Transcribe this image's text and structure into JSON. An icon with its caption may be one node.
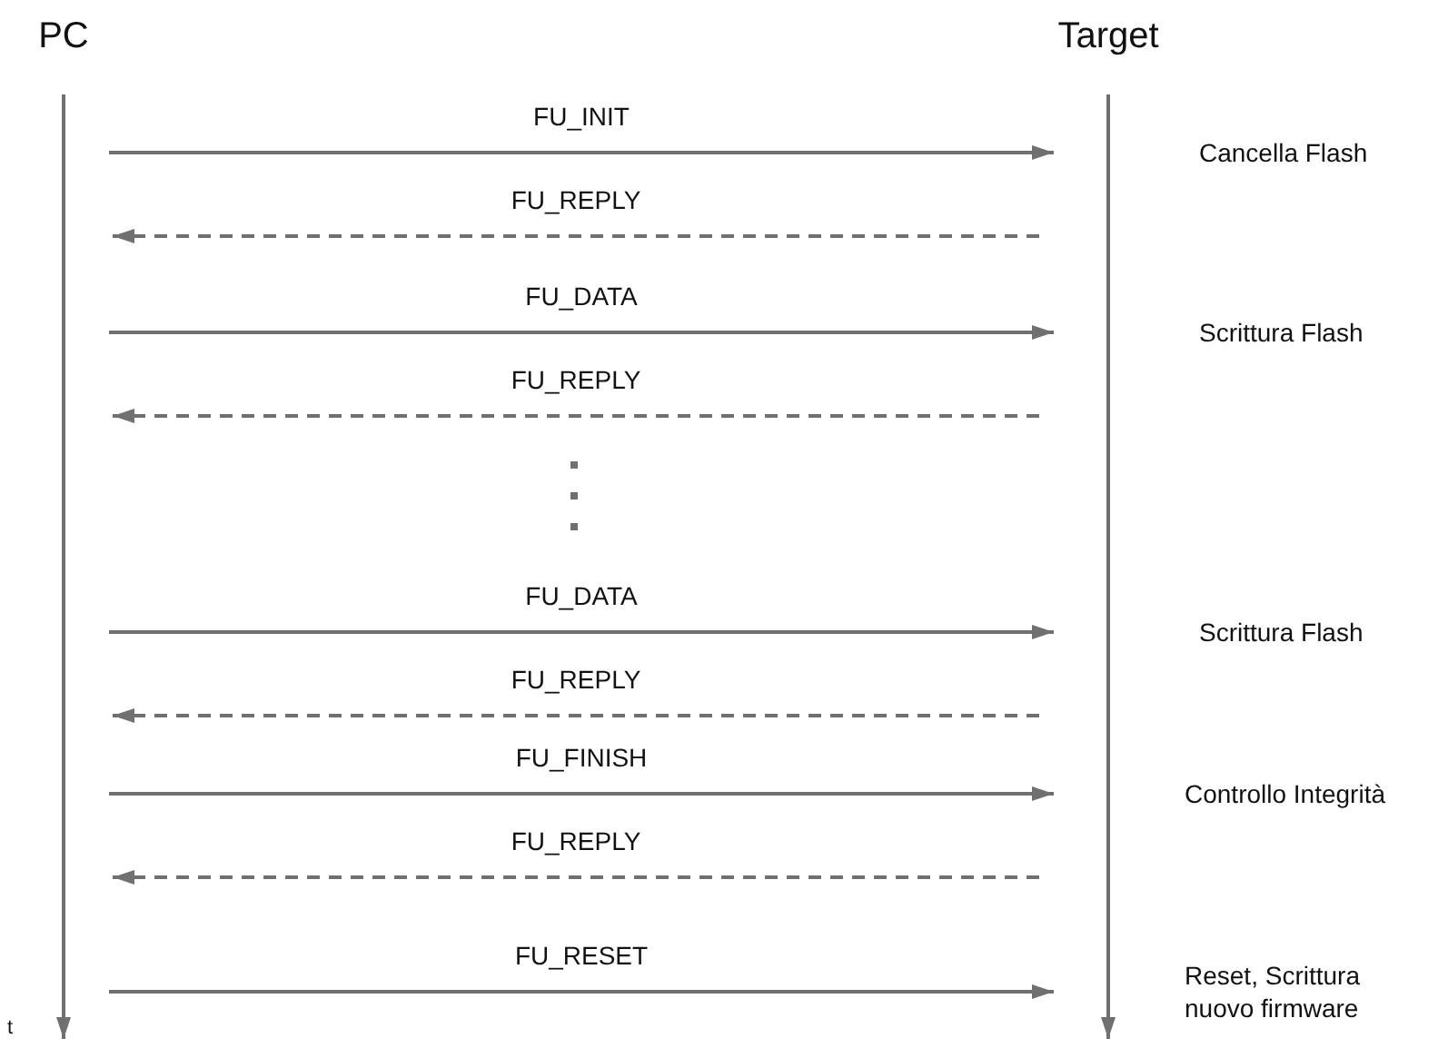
{
  "diagram": {
    "nodes": [
      {
        "text": [
          "PC"
        ]
      },
      {
        "text": [
          "Target"
        ]
      }
    ],
    "edges": [
      {
        "from": 0,
        "to": 1,
        "arrow": "to",
        "label": "FU_INIT"
      },
      {
        "from": 1,
        "to": 0,
        "arrow": "to",
        "label": "FU_REPLY",
        "style": "dashed"
      },
      {
        "from": 0,
        "to": 1,
        "arrow": "to",
        "label": "FU_DATA"
      },
      {
        "from": 1,
        "to": 0,
        "arrow": "to",
        "label": "FU_REPLY",
        "style": "dashed"
      },
      {
        "from": 0,
        "to": 1,
        "arrow": "to",
        "label": "FU_DATA"
      },
      {
        "from": 1,
        "to": 0,
        "arrow": "to",
        "label": "FU_REPLY",
        "style": "dashed"
      },
      {
        "from": 0,
        "to": 1,
        "arrow": "to",
        "label": "FU_FINISH"
      },
      {
        "from": 1,
        "to": 0,
        "arrow": "to",
        "label": "FU_REPLY",
        "style": "dashed"
      },
      {
        "from": 0,
        "to": 1,
        "arrow": "to",
        "label": "FU_RESET"
      }
    ],
    "labels": [
      "Cancella Flash",
      "Scrittura Flash",
      "Scrittura Flash",
      "Controllo Integrità",
      "Reset, Scrittura nuovo firmware",
      "t"
    ]
  }
}
